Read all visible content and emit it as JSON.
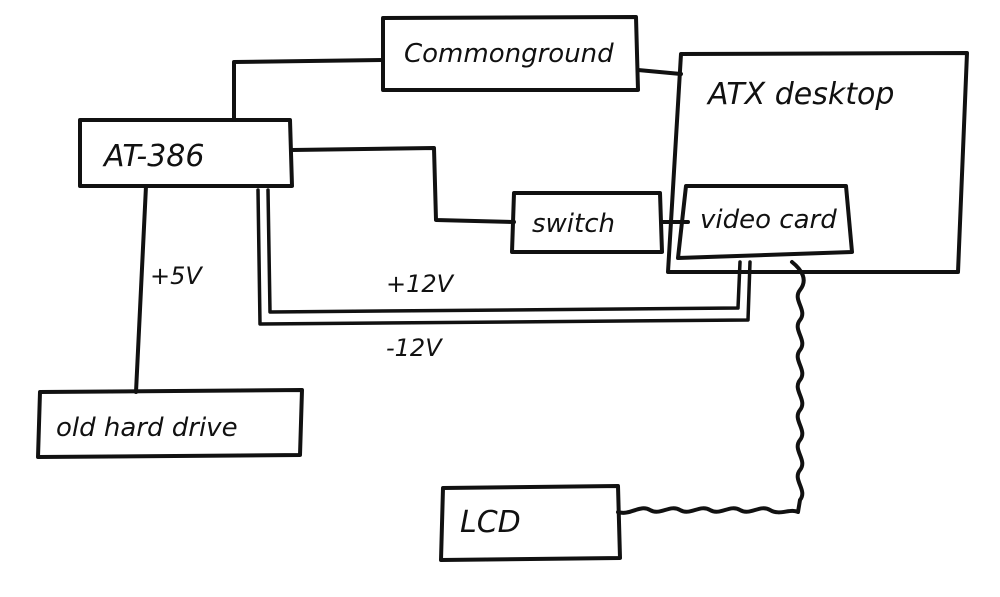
{
  "diagram": {
    "nodes": {
      "common_ground": "Commonground",
      "atx_desktop": "ATX desktop",
      "at_386": "AT-386",
      "switch": "switch",
      "video_card": "video card",
      "old_hard_drive": "old hard drive",
      "lcd": "LCD"
    },
    "wire_labels": {
      "plus_5v": "+5V",
      "plus_12v": "+12V",
      "minus_12v": "-12V"
    },
    "colors": {
      "ink": "#111111",
      "background": "#ffffff"
    }
  }
}
